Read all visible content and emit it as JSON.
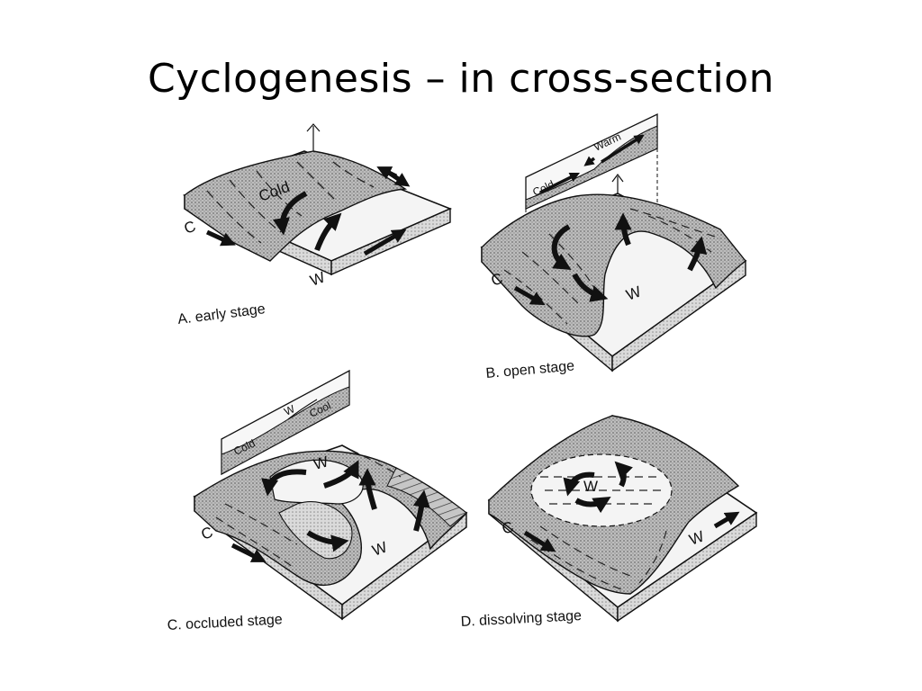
{
  "title": "Cyclogenesis – in cross-section",
  "panels": [
    {
      "id": "A",
      "caption": "A. early stage",
      "labels": {
        "cold": "Cold",
        "c": "C",
        "w": "W"
      }
    },
    {
      "id": "B",
      "caption": "B. open stage",
      "labels": {
        "cold": "Cold",
        "warm": "Warm",
        "c": "C",
        "w": "W"
      }
    },
    {
      "id": "C",
      "caption": "C. occluded stage",
      "labels": {
        "cold": "Cold",
        "w_top": "W",
        "cool": "Cool",
        "w_inner": "W",
        "c": "C",
        "w": "W"
      }
    },
    {
      "id": "D",
      "caption": "D. dissolving stage",
      "labels": {
        "w_inner": "W",
        "c": "C",
        "w": "W"
      }
    }
  ],
  "colors": {
    "stipple": "#9a9a9a",
    "ink": "#111111",
    "paper": "#ffffff"
  }
}
